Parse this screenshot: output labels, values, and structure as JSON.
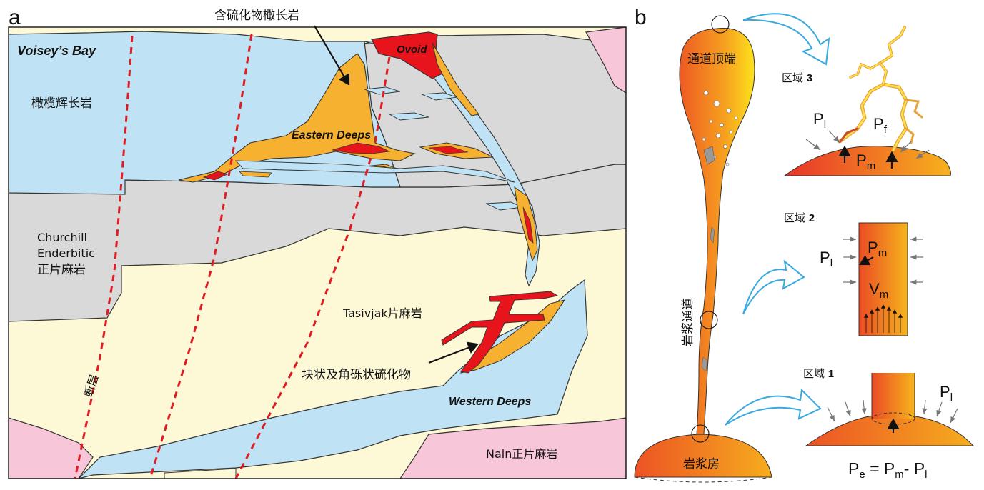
{
  "panel_a": {
    "letter": "a",
    "title": "Voisey’s Bay",
    "rock_troctolite": "橄榄辉长岩",
    "rock_enderbitic_1": "Churchill",
    "rock_enderbitic_2": "Enderbitic",
    "rock_enderbitic_3": "正片麻岩",
    "rock_tasivjak": "Tasivjak片麻岩",
    "rock_nain": "Nain正片麻岩",
    "fault": "断层",
    "sulfide_troctolite": "含硫化物橄长岩",
    "massive_sulfide": "块状及角砾状硫化物",
    "ovoid": "Ovoid",
    "eastern_deeps": "Eastern Deeps",
    "western_deeps": "Western Deeps"
  },
  "panel_b": {
    "letter": "b",
    "conduit_top": "通道顶端",
    "conduit": "岩浆通道",
    "chamber": "岩浆房",
    "zone3_prefix": "区域 ",
    "zone3_num": "3",
    "zone2_prefix": "区域 ",
    "zone2_num": "2",
    "zone1_prefix": "区域 ",
    "zone1_num": "1",
    "P": "P",
    "sub_l": "l",
    "sub_f": "f",
    "sub_m": "m",
    "sub_e": "e",
    "V": "V",
    "eq_sign": " = ",
    "minus": "- "
  },
  "colors": {
    "troctolite_blue": "#bfe3f4",
    "gneiss_gray": "#d9d9d9",
    "tasivjak_cream": "#fdf8d6",
    "nain_pink": "#f7c6d9",
    "sulfide_orange": "#f6b131",
    "sulfide_red": "#e8141c",
    "fault_red": "#e11b22",
    "arrow_blue": "#39a9e0"
  }
}
